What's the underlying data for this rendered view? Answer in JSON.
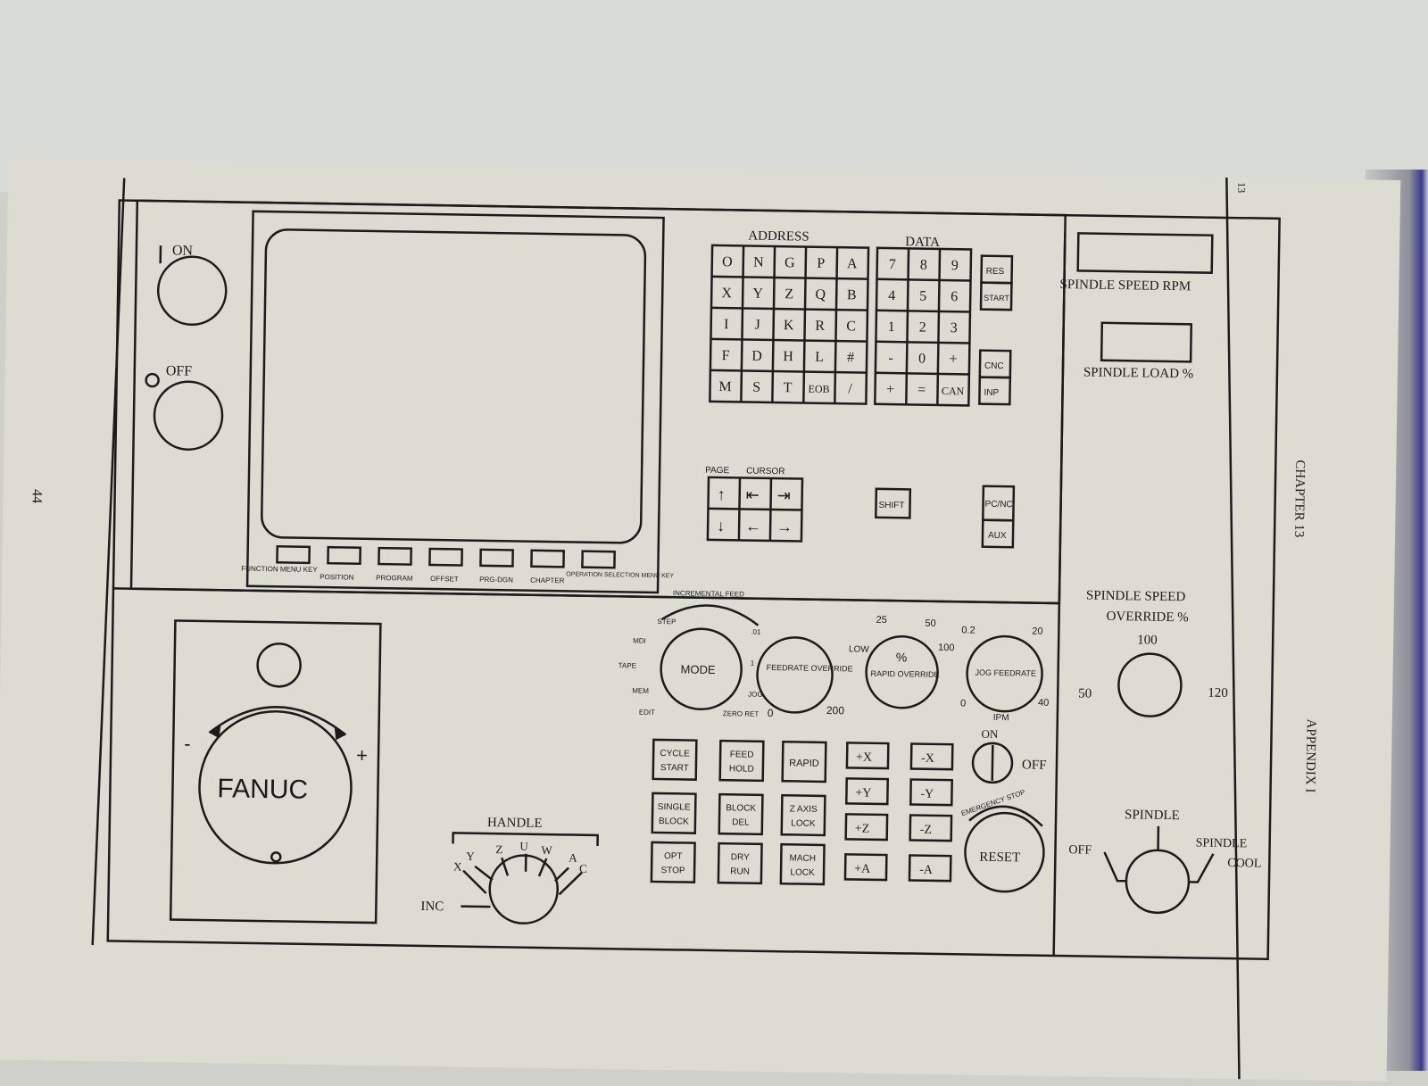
{
  "page_number": "44",
  "chapter_label": "CHAPTER 13",
  "appendix_label": "APPENDIX I",
  "corner_mark": "13",
  "power": {
    "on": "ON",
    "on_symbol": "I",
    "off": "OFF",
    "off_symbol": "O"
  },
  "screen_keys": [
    "FUNCTION MENU KEY",
    "POSITION",
    "PROGRAM",
    "OFFSET",
    "PRG-DGN",
    "CHAPTER",
    "OPERATION SELECTION MENU KEY"
  ],
  "address": {
    "title": "ADDRESS",
    "keys": [
      "O",
      "N",
      "G",
      "P",
      "A",
      "X",
      "Y",
      "Z",
      "Q",
      "B",
      "I",
      "J",
      "K",
      "R",
      "C",
      "F",
      "D",
      "H",
      "L",
      "#",
      "M",
      "S",
      "T",
      "EOB",
      "/"
    ]
  },
  "data_pad": {
    "title": "DATA",
    "keys": [
      "7",
      "8",
      "9",
      "4",
      "5",
      "6",
      "1",
      "2",
      "3",
      "-",
      "0",
      "+",
      "+",
      "=",
      "CAN"
    ]
  },
  "side_keys": [
    "RES",
    "START",
    "CNC",
    "INP"
  ],
  "page_label": "PAGE",
  "cursor_label": "CURSOR",
  "arrow_keys": [
    "↑",
    "⇤",
    "⇥",
    "↓",
    "←",
    "→"
  ],
  "shift": "SHIFT",
  "pc_nc": "PC/NC",
  "aux": "AUX",
  "spindle_speed_rpm": "SPINDLE SPEED RPM",
  "spindle_load": "SPINDLE LOAD %",
  "spindle_override": {
    "title_1": "SPINDLE SPEED",
    "title_2": "OVERRIDE %",
    "min": "50",
    "mid": "100",
    "max": "120"
  },
  "mode_dial": {
    "label": "MODE",
    "positions": [
      "INCREMENTAL FEED",
      "STEP",
      "MDI",
      "TAPE",
      "MEM",
      "EDIT",
      "ZERO RET",
      "JOG",
      ".01",
      "1"
    ]
  },
  "feedrate_dial": {
    "label": "FEEDRATE OVERRIDE",
    "min": "0",
    "max": "200"
  },
  "rapid_dial": {
    "label_1": "%",
    "label_2": "RAPID OVERRIDE",
    "low": "LOW",
    "v25": "25",
    "v50": "50",
    "v100": "100"
  },
  "jog_dial": {
    "label": "JOG FEEDRATE",
    "min": "0",
    "v02": "0.2",
    "v20": "20",
    "v40": "40",
    "unit": "IPM"
  },
  "control_buttons": [
    "CYCLE START",
    "FEED HOLD",
    "RAPID",
    "SINGLE BLOCK",
    "BLOCK DEL",
    "Z AXIS LOCK",
    "OPT STOP",
    "DRY RUN",
    "MACH LOCK"
  ],
  "axis_buttons": [
    "+X",
    "-X",
    "+Y",
    "-Y",
    "+Z",
    "-Z",
    "+A",
    "-A"
  ],
  "switch": {
    "on": "ON",
    "off": "OFF"
  },
  "emergency": {
    "arc": "EMERGENCY STOP",
    "reset": "RESET"
  },
  "handle": {
    "title": "HANDLE",
    "axes": [
      "X",
      "Y",
      "Z",
      "U",
      "W",
      "A",
      "C"
    ],
    "inc": "INC"
  },
  "handwheel": {
    "brand": "FANUC",
    "minus": "-",
    "plus": "+",
    "zero": "0"
  },
  "spindle_switch": {
    "title": "SPINDLE",
    "off": "OFF",
    "cool_1": "SPINDLE",
    "cool_2": "COOL"
  }
}
